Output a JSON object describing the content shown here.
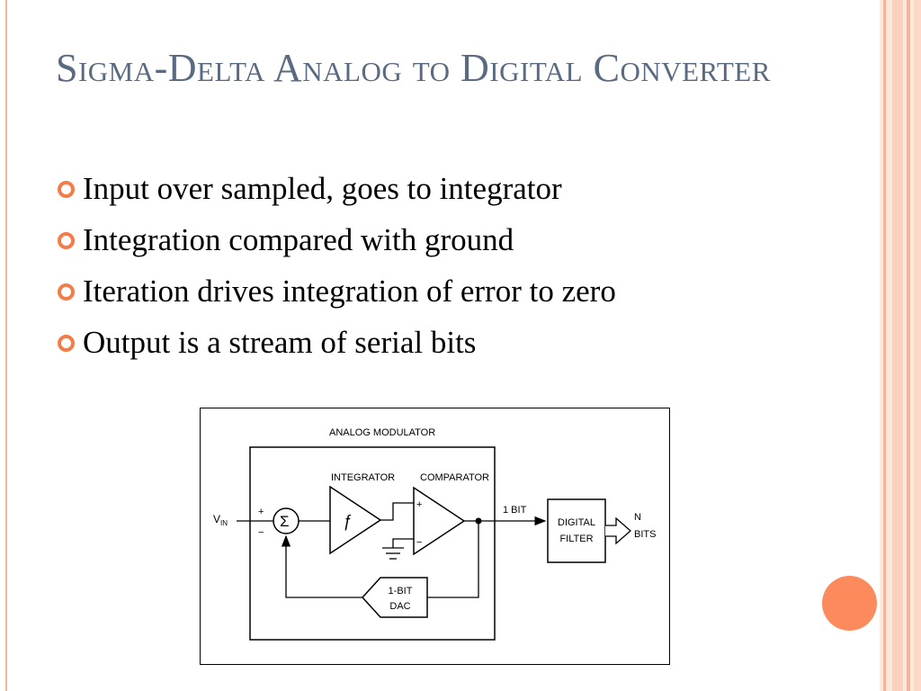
{
  "slide": {
    "title": "Sigma-Delta Analog to Digital Converter",
    "bullets": [
      "Input over sampled, goes to integrator",
      "Integration compared with ground",
      "Iteration drives integration of error to zero",
      "Output is a stream of serial bits"
    ]
  },
  "diagram": {
    "modulator_label": "ANALOG MODULATOR",
    "integrator_label": "INTEGRATOR",
    "comparator_label": "COMPARATOR",
    "input_label": "V",
    "input_subscript": "IN",
    "plus_sign": "+",
    "minus_sign": "−",
    "sum_symbol": "Σ",
    "integral_symbol": "ƒ",
    "comp_plus": "+",
    "comp_minus": "−",
    "one_bit_label": "1 BIT",
    "filter_line1": "DIGITAL",
    "filter_line2": "FILTER",
    "output_line1": "N",
    "output_line2": "BITS",
    "dac_line1": "1-BIT",
    "dac_line2": "DAC"
  },
  "colors": {
    "accent": "#f37c48",
    "title": "#5a6a80",
    "stripe_light": "#fbd9c9",
    "stripe_mid": "#f4b49a",
    "circle": "#fb8b5d"
  }
}
